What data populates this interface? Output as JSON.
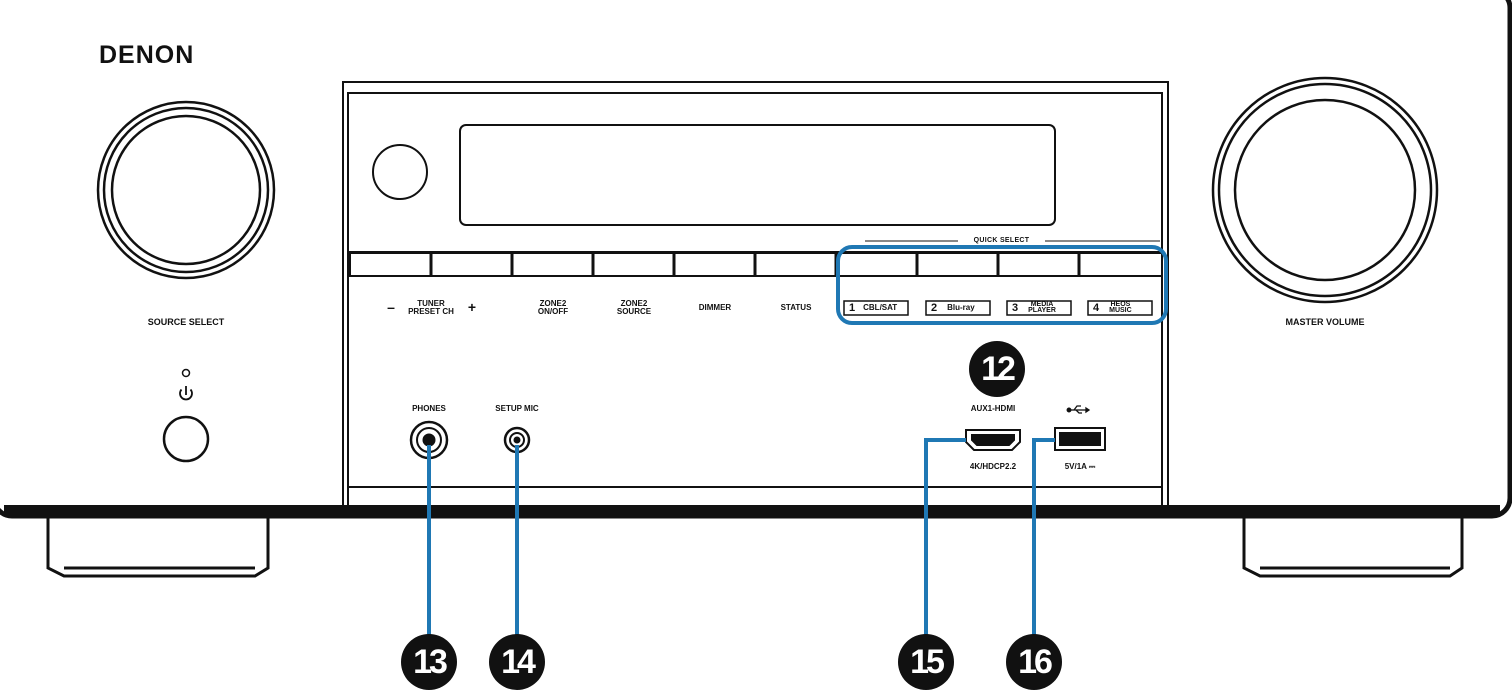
{
  "brand": "DENON",
  "knobs": {
    "left_label": "SOURCE SELECT",
    "right_label": "MASTER VOLUME"
  },
  "power_icon": "power-icon",
  "buttons": {
    "tuner_minus": "–",
    "tuner_label_1": "TUNER",
    "tuner_label_2": "PRESET CH",
    "tuner_plus": "+",
    "zone2_onoff_1": "ZONE2",
    "zone2_onoff_2": "ON/OFF",
    "zone2_source_1": "ZONE2",
    "zone2_source_2": "SOURCE",
    "dimmer": "DIMMER",
    "status": "STATUS"
  },
  "quick_select": {
    "title": "QUICK SELECT",
    "items": [
      {
        "num": "1",
        "label": "CBL/SAT",
        "label2": ""
      },
      {
        "num": "2",
        "label": "Blu-ray",
        "label2": ""
      },
      {
        "num": "3",
        "label": "MEDIA",
        "label2": "PLAYER"
      },
      {
        "num": "4",
        "label": "HEOS",
        "label2": "MUSIC"
      }
    ]
  },
  "ports": {
    "phones": "PHONES",
    "setup_mic": "SETUP MIC",
    "hdmi_top": "AUX1-HDMI",
    "hdmi_bottom": "4K/HDCP2.2",
    "usb_icon": "usb-icon",
    "usb_bottom": "5V/1A ⎓"
  },
  "callouts": {
    "c12": "12",
    "c13": "13",
    "c14": "14",
    "c15": "15",
    "c16": "16"
  },
  "colors": {
    "outline": "#111111",
    "highlight": "#1f78b4",
    "background": "#ffffff"
  }
}
